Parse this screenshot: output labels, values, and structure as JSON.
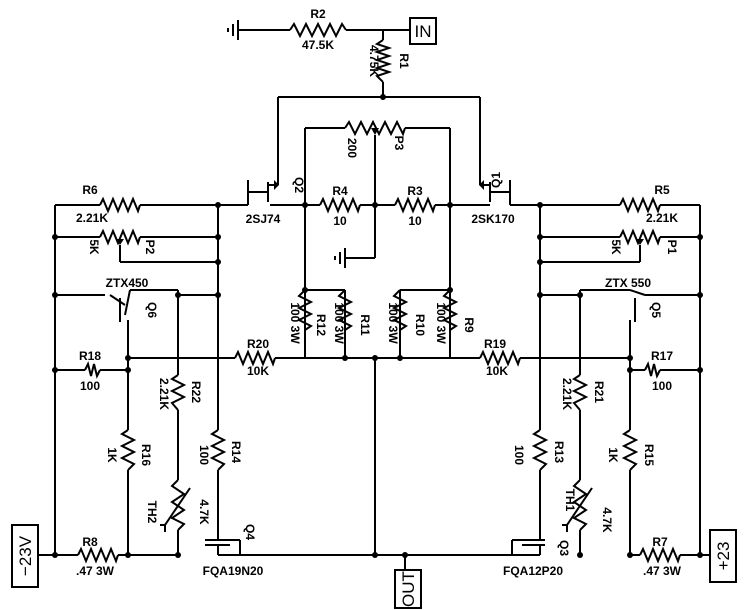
{
  "terminals": {
    "in": "IN",
    "out": "OUT",
    "pos": "+23",
    "neg": "−23V"
  },
  "resistors": {
    "r1": {
      "ref": "R1",
      "val": "4.75K"
    },
    "r2": {
      "ref": "R2",
      "val": "47.5K"
    },
    "r3": {
      "ref": "R3",
      "val": "10"
    },
    "r4": {
      "ref": "R4",
      "val": "10"
    },
    "r5": {
      "ref": "R5",
      "val": "2.21K"
    },
    "r6": {
      "ref": "R6",
      "val": "2.21K"
    },
    "r7": {
      "ref": "R7",
      "val": ".47 3W"
    },
    "r8": {
      "ref": "R8",
      "val": ".47 3W"
    },
    "r9": {
      "ref": "R9",
      "val": "100 3W"
    },
    "r10": {
      "ref": "R10",
      "val": "100 3W"
    },
    "r11": {
      "ref": "R11",
      "val": "100 3W"
    },
    "r12": {
      "ref": "R12",
      "val": "100 3W"
    },
    "r13": {
      "ref": "R13",
      "val": "100"
    },
    "r14": {
      "ref": "R14",
      "val": "100"
    },
    "r15": {
      "ref": "R15",
      "val": "1K"
    },
    "r16": {
      "ref": "R16",
      "val": "1K"
    },
    "r17": {
      "ref": "R17",
      "val": "100"
    },
    "r18": {
      "ref": "R18",
      "val": "100"
    },
    "r19": {
      "ref": "R19",
      "val": "10K"
    },
    "r20": {
      "ref": "R20",
      "val": "10K"
    },
    "r21": {
      "ref": "R21",
      "val": "2.21K"
    },
    "r22": {
      "ref": "R22",
      "val": "2.21K"
    }
  },
  "pots": {
    "p1": {
      "ref": "P1",
      "val": "5K"
    },
    "p2": {
      "ref": "P2",
      "val": "5K"
    },
    "p3": {
      "ref": "P3",
      "val": "200"
    }
  },
  "thermistors": {
    "th1": {
      "ref": "TH1",
      "val": "4.7K"
    },
    "th2": {
      "ref": "TH2",
      "val": "4.7K"
    }
  },
  "transistors": {
    "q1": {
      "ref": "Q1",
      "part": "2SK170"
    },
    "q2": {
      "ref": "Q2",
      "part": "2SJ74"
    },
    "q3": {
      "ref": "Q3",
      "part": "FQA12P20"
    },
    "q4": {
      "ref": "Q4",
      "part": "FQA19N20"
    },
    "q5": {
      "ref": "Q5",
      "part": "ZTX 550"
    },
    "q6": {
      "ref": "Q6",
      "part": "ZTX450"
    }
  }
}
